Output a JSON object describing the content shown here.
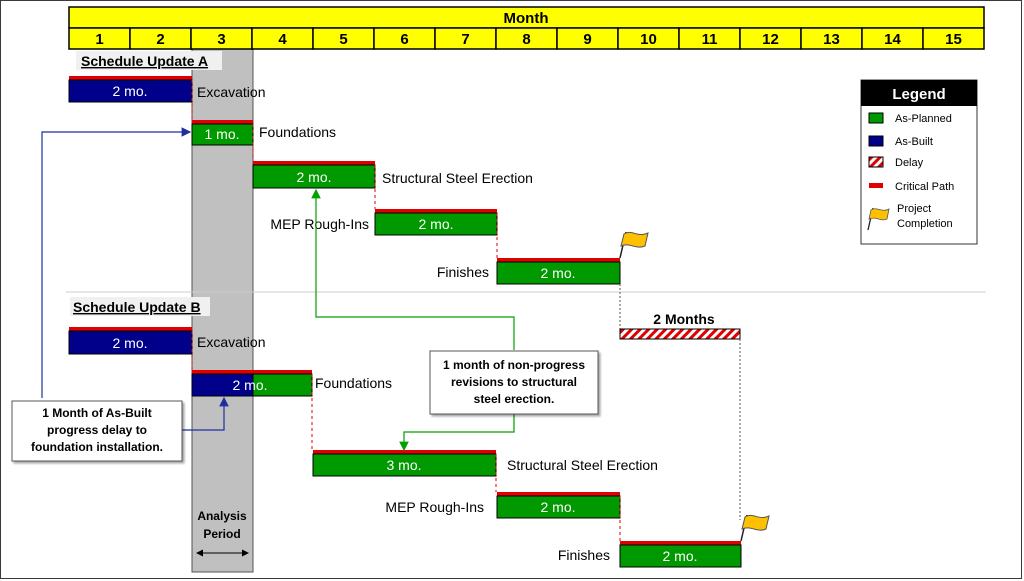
{
  "header": {
    "month_title": "Month",
    "months": [
      "1",
      "2",
      "3",
      "4",
      "5",
      "6",
      "7",
      "8",
      "9",
      "10",
      "11",
      "12",
      "13",
      "14",
      "15"
    ]
  },
  "analysis_period": {
    "label_line1": "Analysis",
    "label_line2": "Period"
  },
  "update_a": {
    "title": "Schedule Update A",
    "excavation": {
      "label": "Excavation",
      "duration": "2 mo."
    },
    "foundations": {
      "label": "Foundations",
      "duration": "1 mo."
    },
    "steel": {
      "label": "Structural Steel Erection",
      "duration": "2 mo."
    },
    "mep": {
      "label": "MEP Rough-Ins",
      "duration": "2 mo."
    },
    "finishes": {
      "label": "Finishes",
      "duration": "2 mo."
    }
  },
  "update_b": {
    "title": "Schedule Update B",
    "excavation": {
      "label": "Excavation",
      "duration": "2 mo."
    },
    "foundations": {
      "label": "Foundations",
      "duration": "2 mo."
    },
    "steel": {
      "label": "Structural Steel Erection",
      "duration": "3 mo."
    },
    "mep": {
      "label": "MEP Rough-Ins",
      "duration": "2 mo."
    },
    "finishes": {
      "label": "Finishes",
      "duration": "2 mo."
    },
    "delay_label": "2 Months"
  },
  "callouts": {
    "asbuilt": [
      "1 Month of As-Built",
      "progress delay to",
      "foundation installation."
    ],
    "revisions": [
      "1 month of non-progress",
      "revisions to structural",
      "steel erection."
    ]
  },
  "legend": {
    "title": "Legend",
    "as_planned": "As-Planned",
    "as_built": "As-Built",
    "delay": "Delay",
    "critical_path": "Critical Path",
    "completion_line1": "Project",
    "completion_line2": "Completion"
  },
  "colors": {
    "header_fill": "#ffff00",
    "as_planned": "#009900",
    "as_built": "#00008b",
    "critical": "#e00000",
    "delay": "#e00000",
    "analysis": "#c0c0c0",
    "flag": "#ffc000",
    "arrow_blue": "#1f2fa0",
    "arrow_green": "#00a000"
  }
}
